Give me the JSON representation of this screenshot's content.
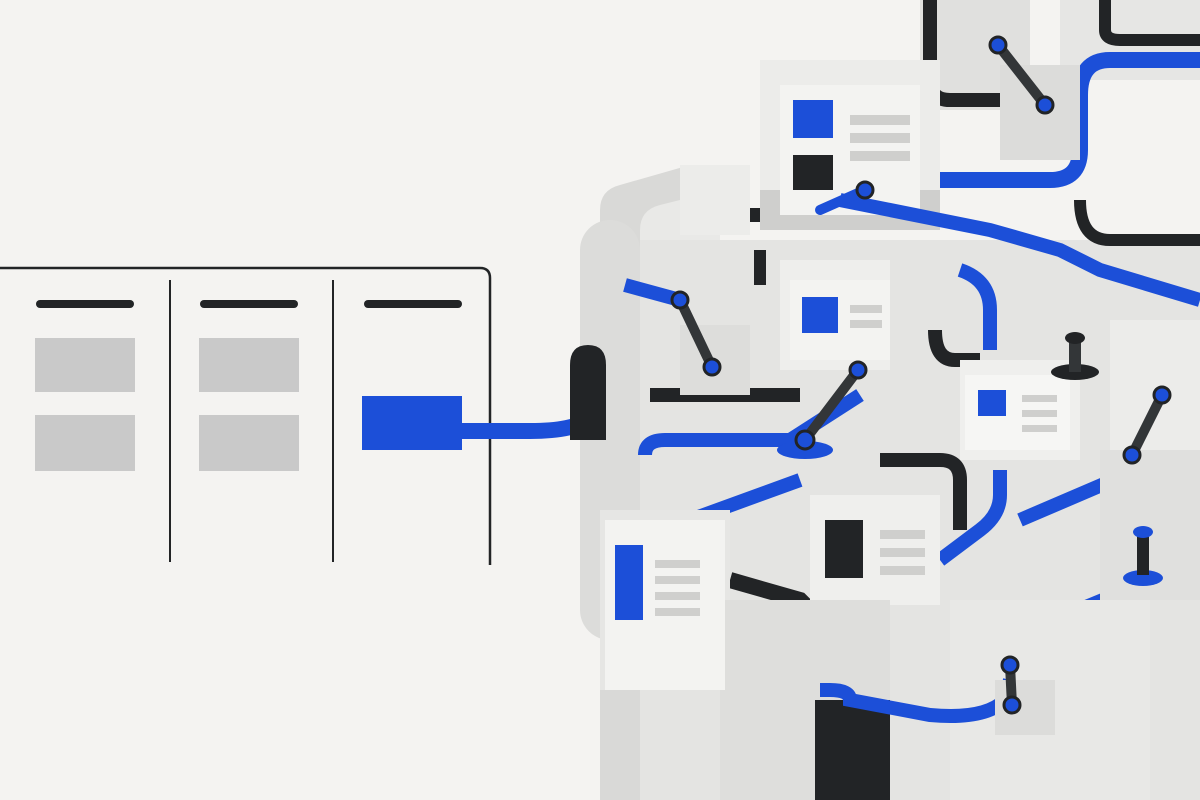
{
  "board": {
    "column_count": 3,
    "columns": [
      {
        "cards": 2,
        "highlighted_card": false
      },
      {
        "cards": 2,
        "highlighted_card": false
      },
      {
        "cards": 1,
        "highlighted_card": true
      }
    ]
  },
  "machine": {
    "lever_icons": [
      "lever-icon",
      "lever-icon",
      "lever-icon",
      "lever-icon",
      "lever-icon"
    ],
    "knob_icons": [
      "knob-icon",
      "knob-icon"
    ]
  },
  "colors": {
    "background": "#f4f3f1",
    "accent_blue": "#1c4fd8",
    "dark": "#222426",
    "card_gray": "#c9c9c9",
    "panel_light": "#e8e8e6",
    "panel_mid": "#d3d3d1",
    "panel_shadow": "#bdbdbb"
  }
}
